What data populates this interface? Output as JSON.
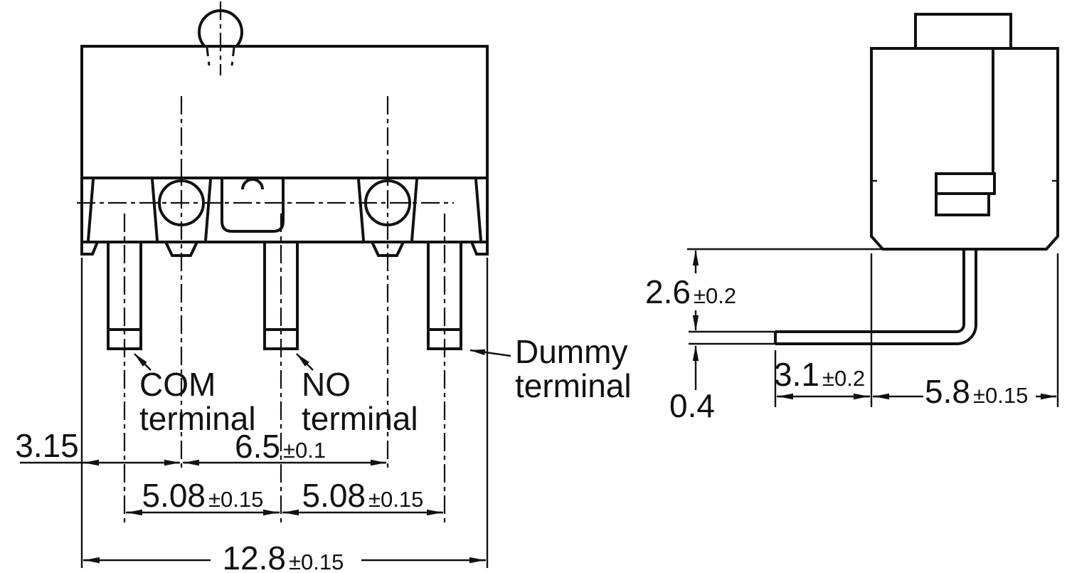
{
  "front_view": {
    "labels": {
      "com": {
        "line1": "COM",
        "line2": "terminal"
      },
      "no": {
        "line1": "NO",
        "line2": "terminal"
      },
      "dummy": {
        "line1": "Dummy",
        "line2": "terminal"
      }
    },
    "dimensions": {
      "edge_to_com": {
        "value": "3.15",
        "tol": ""
      },
      "hole_pitch": {
        "value": "6.5",
        "tol": "±0.1"
      },
      "pitch_com_no": {
        "value": "5.08",
        "tol": "±0.15"
      },
      "pitch_no_dummy": {
        "value": "5.08",
        "tol": "±0.15"
      },
      "overall_width": {
        "value": "12.8",
        "tol": "±0.15"
      }
    }
  },
  "side_view": {
    "dimensions": {
      "body_to_terminal": {
        "value": "2.6",
        "tol": "±0.2"
      },
      "terminal_thickness": {
        "value": "0.4",
        "tol": ""
      },
      "terminal_setback": {
        "value": "3.1",
        "tol": "±0.2"
      },
      "body_depth": {
        "value": "5.8",
        "tol": "±0.15"
      }
    }
  },
  "colors": {
    "ink": "#111111",
    "background": "#ffffff"
  }
}
